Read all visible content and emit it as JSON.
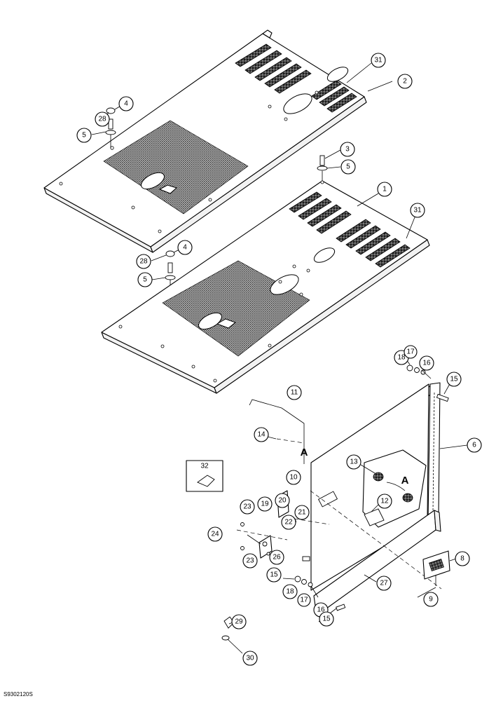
{
  "document_id": "S9302120S",
  "view_letters": [
    "A",
    "A"
  ],
  "callouts": [
    {
      "label": "28"
    },
    {
      "label": "4"
    },
    {
      "label": "5"
    },
    {
      "label": "31"
    },
    {
      "label": "2"
    },
    {
      "label": "3"
    },
    {
      "label": "5"
    },
    {
      "label": "1"
    },
    {
      "label": "31"
    },
    {
      "label": "28"
    },
    {
      "label": "4"
    },
    {
      "label": "5"
    },
    {
      "label": "18"
    },
    {
      "label": "17"
    },
    {
      "label": "16"
    },
    {
      "label": "15"
    },
    {
      "label": "11"
    },
    {
      "label": "14"
    },
    {
      "label": "6"
    },
    {
      "label": "32"
    },
    {
      "label": "10"
    },
    {
      "label": "13"
    },
    {
      "label": "19"
    },
    {
      "label": "20"
    },
    {
      "label": "12"
    },
    {
      "label": "23"
    },
    {
      "label": "21"
    },
    {
      "label": "24"
    },
    {
      "label": "22"
    },
    {
      "label": "23"
    },
    {
      "label": "26"
    },
    {
      "label": "15"
    },
    {
      "label": "18"
    },
    {
      "label": "17"
    },
    {
      "label": "16"
    },
    {
      "label": "27"
    },
    {
      "label": "8"
    },
    {
      "label": "9"
    },
    {
      "label": "15"
    },
    {
      "label": "29"
    },
    {
      "label": "30"
    }
  ]
}
